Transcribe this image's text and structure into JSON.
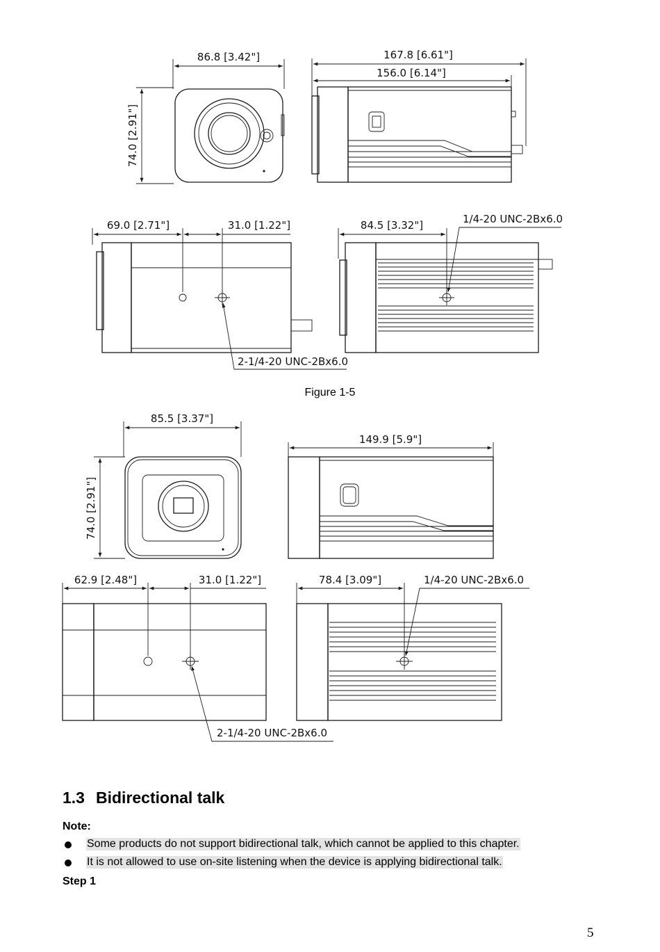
{
  "figure_a": {
    "front_width": "86.8 [3.42\"]",
    "front_height": "74.0 [2.91\"]",
    "side_overall_length": "167.8 [6.61\"]",
    "side_body_length": "156.0 [6.14\"]",
    "bottom_offset": "69.0 [2.71\"]",
    "bottom_spacing": "31.0 [1.22\"]",
    "bottom_mount_label": "2-1/4-20 UNC-2Bx6.0",
    "top_offset": "84.5 [3.32\"]",
    "top_mount_label": "1/4-20 UNC-2Bx6.0"
  },
  "figure_caption": "Figure 1-5",
  "figure_b": {
    "front_width": "85.5 [3.37\"]",
    "front_height": "74.0 [2.91\"]",
    "side_length": "149.9 [5.9\"]",
    "bottom_offset": "62.9 [2.48\"]",
    "bottom_spacing": "31.0 [1.22\"]",
    "bottom_mount_label": "2-1/4-20 UNC-2Bx6.0",
    "top_offset": "78.4 [3.09\"]",
    "top_mount_label": "1/4-20 UNC-2Bx6.0"
  },
  "section": {
    "number": "1.3",
    "title": "Bidirectional talk"
  },
  "note_label": "Note:",
  "notes": [
    "Some products do not support bidirectional talk, which cannot be applied to this chapter.",
    "It is not allowed to use on-site listening when the device is applying bidirectional talk."
  ],
  "step_label": "Step 1",
  "page_number": "5"
}
